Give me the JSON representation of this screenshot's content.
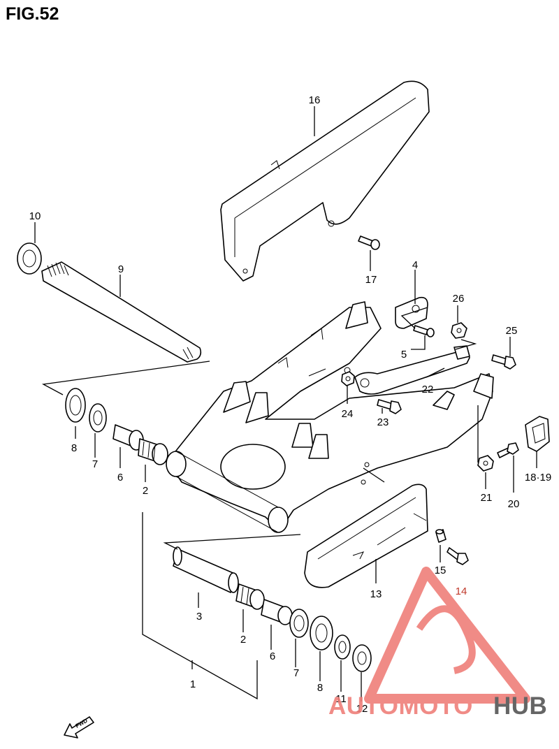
{
  "figure": {
    "title": "FIG.52"
  },
  "colors": {
    "line": "#000000",
    "callout_red": "#c0392b",
    "watermark_red": "#ef7f7a",
    "watermark_gray": "#555555"
  },
  "callouts": {
    "c1": "1",
    "c2a": "2",
    "c2b": "2",
    "c3": "3",
    "c4": "4",
    "c5": "5",
    "c6a": "6",
    "c6b": "6",
    "c7a": "7",
    "c7b": "7",
    "c8a": "8",
    "c8b": "8",
    "c9": "9",
    "c10": "10",
    "c11": "11",
    "c12": "12",
    "c13": "13",
    "c14": "14",
    "c15": "15",
    "c16": "16",
    "c17": "17",
    "c1819": "18·19",
    "c20": "20",
    "c21": "21",
    "c22": "22",
    "c23": "23",
    "c24": "24",
    "c25": "25",
    "c26": "26"
  },
  "fwd_label": "FWD",
  "watermark": {
    "part1": "AUTOMOTO",
    "part2": "HUB"
  }
}
